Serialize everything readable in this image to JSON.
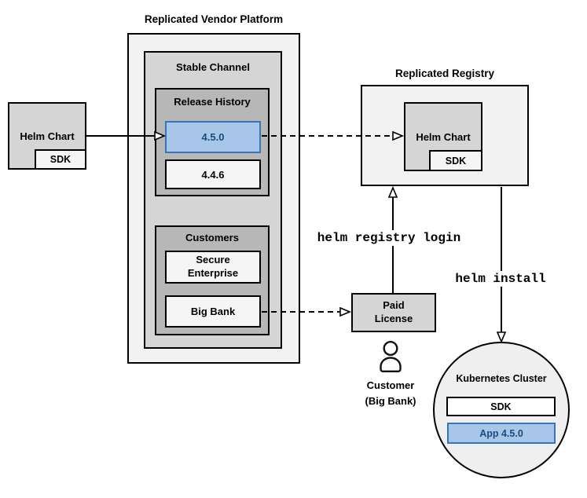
{
  "colors": {
    "blue_fill": "#a8c6e8",
    "blue_border": "#3875b9",
    "blue_text": "#1b4c7d"
  },
  "source": {
    "helm_chart_label": "Helm Chart",
    "sdk_label": "SDK"
  },
  "vendor_platform": {
    "title": "Replicated Vendor Platform",
    "stable_channel": {
      "title": "Stable Channel",
      "release_history": {
        "title": "Release History",
        "releases": [
          {
            "version": "4.5.0",
            "highlighted": true
          },
          {
            "version": "4.4.6",
            "highlighted": false
          }
        ]
      },
      "customers": {
        "title": "Customers",
        "items": [
          {
            "name": "Secure\nEnterprise"
          },
          {
            "name": "Big Bank"
          }
        ]
      }
    }
  },
  "registry": {
    "title": "Replicated Registry",
    "helm_chart_label": "Helm Chart",
    "sdk_label": "SDK"
  },
  "license": {
    "label": "Paid\nLicense"
  },
  "customer": {
    "label": "Customer\n(Big Bank)"
  },
  "commands": {
    "registry_login": "helm registry login",
    "install": "helm install"
  },
  "cluster": {
    "title": "Kubernetes Cluster",
    "sdk_label": "SDK",
    "app_label": "App 4.5.0"
  }
}
